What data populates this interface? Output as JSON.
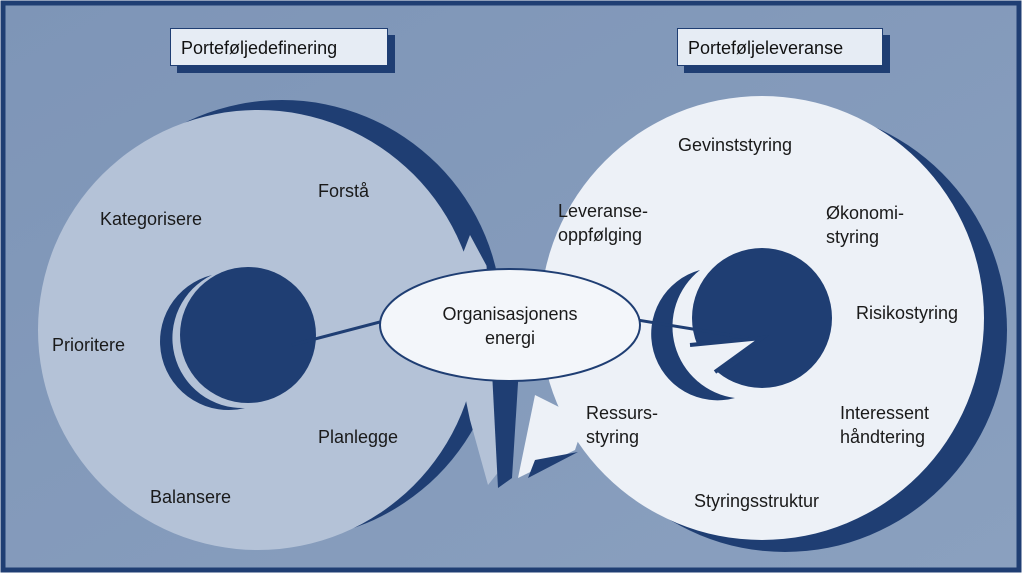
{
  "diagram": {
    "left_header": "Porteføljedefinering",
    "right_header": "Porteføljeleveranse",
    "center": {
      "line1": "Organisasjonens",
      "line2": "energi"
    },
    "left_labels": {
      "forsta": "Forstå",
      "kategorisere": "Kategorisere",
      "prioritere": "Prioritere",
      "planlegge": "Planlegge",
      "balansere": "Balansere"
    },
    "right_labels": {
      "gevinststyring": "Gevinststyring",
      "leveranse_line1": "Leveranse-",
      "leveranse_line2": "oppfølging",
      "okonomi_line1": "Økonomi-",
      "okonomi_line2": "styring",
      "risikostyring": "Risikostyring",
      "ressurs_line1": "Ressurs-",
      "ressurs_line2": "styring",
      "interessent_line1": "Interessent",
      "interessent_line2": "håndtering",
      "styringsstruktur": "Styringsstruktur"
    },
    "colors": {
      "frame": "#1f3e73",
      "background": "#8097b8",
      "left_ring": "#b4c2d7",
      "right_ring": "#edf1f7",
      "ring_shadow": "#1f3e73",
      "center_ellipse": "#f3f6fa"
    }
  }
}
